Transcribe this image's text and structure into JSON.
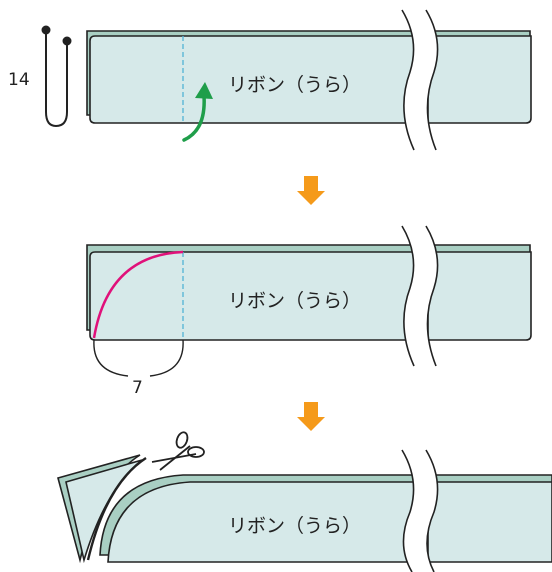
{
  "steps": [
    {
      "ribbon_label": "リボン（うら）",
      "dimension_label": "14"
    },
    {
      "ribbon_label": "リボン（うら）",
      "dimension_label": "7"
    },
    {
      "ribbon_label": "リボン（うら）"
    }
  ],
  "colors": {
    "ribbon_fill": "#d6e9e9",
    "ribbon_back_fill": "#a9cfc3",
    "outline": "#222222",
    "fold_line": "#5bb7d6",
    "fold_arrow": "#1f9e4a",
    "cut_curve": "#e0117a",
    "step_arrow": "#f59a1a"
  },
  "icons": [
    "pin-icon",
    "fold-arrow-icon",
    "down-arrow-icon",
    "scissors-icon"
  ]
}
